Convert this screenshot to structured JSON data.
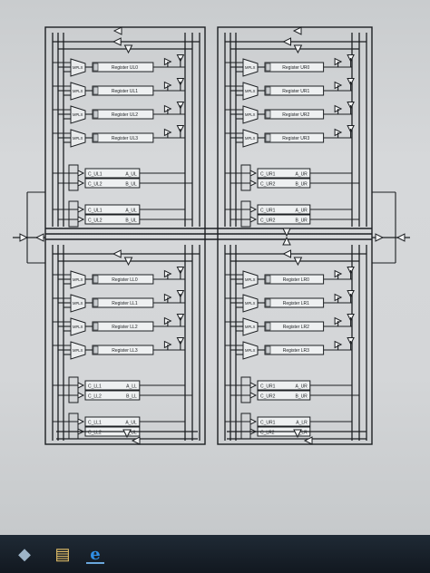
{
  "schematic": {
    "quadrants": {
      "UL": {
        "registers": [
          "Register UL0",
          "Register UL1",
          "Register UL2",
          "Register UL3"
        ],
        "mux_label": "MPLX",
        "alu_blocks": [
          {
            "rows": [
              [
                "C_UL1",
                "A_UL"
              ],
              [
                "C_UL2",
                "B_UL"
              ]
            ]
          },
          {
            "rows": [
              [
                "C_UL1",
                "A_UL"
              ],
              [
                "C_UL2",
                "B_UL"
              ]
            ]
          }
        ]
      },
      "UR": {
        "registers": [
          "Register UR0",
          "Register UR1",
          "Register UR2",
          "Register UR3"
        ],
        "mux_label": "MPLX",
        "alu_blocks": [
          {
            "rows": [
              [
                "C_UR1",
                "A_UR"
              ],
              [
                "C_UR2",
                "B_UR"
              ]
            ]
          },
          {
            "rows": [
              [
                "C_UR1",
                "A_UR"
              ],
              [
                "C_UR2",
                "B_UR"
              ]
            ]
          }
        ]
      },
      "LL": {
        "registers": [
          "Register LL0",
          "Register LL1",
          "Register LL2",
          "Register LL3"
        ],
        "mux_label": "MPLX",
        "alu_blocks": [
          {
            "rows": [
              [
                "C_LL1",
                "A_LL"
              ],
              [
                "C_LL2",
                "B_LL"
              ]
            ]
          },
          {
            "rows": [
              [
                "C_LL1",
                "A_UL"
              ],
              [
                "C_LL2",
                "B_UL"
              ]
            ]
          }
        ]
      },
      "LR": {
        "registers": [
          "Register LR0",
          "Register LR1",
          "Register LR2",
          "Register LR3"
        ],
        "mux_label": "MPLX",
        "alu_blocks": [
          {
            "rows": [
              [
                "C_UR1",
                "A_UR"
              ],
              [
                "C_UR2",
                "B_UR"
              ]
            ]
          },
          {
            "rows": [
              [
                "C_UR1",
                "A_LR"
              ],
              [
                "C_LR2",
                "B_LR"
              ]
            ]
          }
        ]
      }
    }
  },
  "taskbar": {
    "icons": [
      "windows-start-icon",
      "file-explorer-icon",
      "internet-explorer-icon"
    ],
    "ie_glyph": "e",
    "files_glyph": "▤",
    "start_glyph": "◆"
  }
}
